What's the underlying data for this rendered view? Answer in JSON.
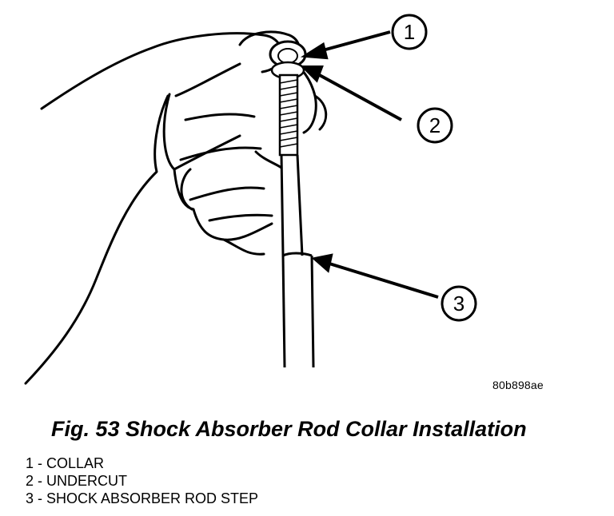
{
  "figure": {
    "callouts": [
      {
        "num": "1"
      },
      {
        "num": "2"
      },
      {
        "num": "3"
      }
    ],
    "ref_code": "80b898ae"
  },
  "caption": "Fig. 53 Shock Absorber Rod Collar Installation",
  "legend": [
    {
      "text": "1 - COLLAR"
    },
    {
      "text": "2 - UNDERCUT"
    },
    {
      "text": "3 - SHOCK ABSORBER ROD STEP"
    }
  ]
}
